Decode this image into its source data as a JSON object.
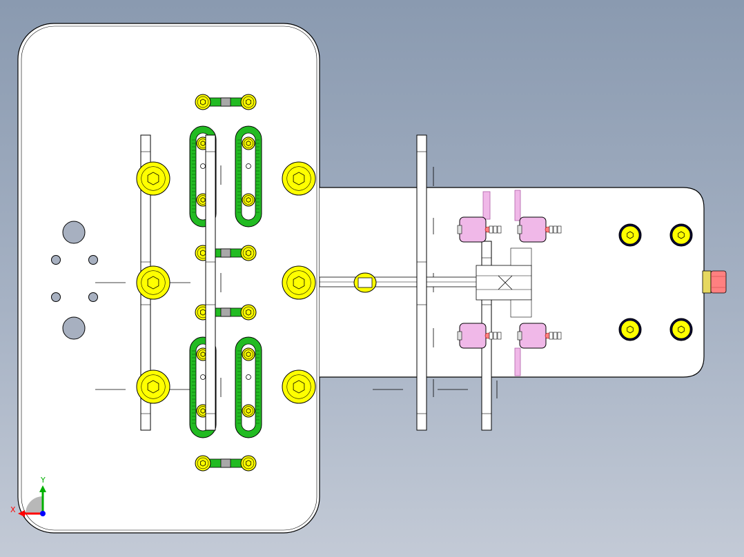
{
  "view": {
    "type": "cad-top-view",
    "background_gradient": [
      "#8a9ab0",
      "#a6b2c4",
      "#c3cad6"
    ]
  },
  "colors": {
    "plate_fill": "#ffffff",
    "outline": "#000000",
    "bolt_fill": "#ffff00",
    "slot_fill": "#22bb22",
    "spacer_fill": "#a8a8a8",
    "fitting_fill": "#f0b8e8",
    "nut_fill": "#ff8080",
    "axis_x": "#ff0000",
    "axis_y": "#00b000",
    "axis_z": "#0000ff"
  },
  "icons": {
    "bolt": "hex-socket-bolt-icon",
    "fitting": "pneumatic-fitting-icon",
    "nut": "end-nut-icon",
    "triad": "coordinate-axes-icon"
  },
  "axis_triad": {
    "x_label": "X",
    "y_label": "Y"
  }
}
